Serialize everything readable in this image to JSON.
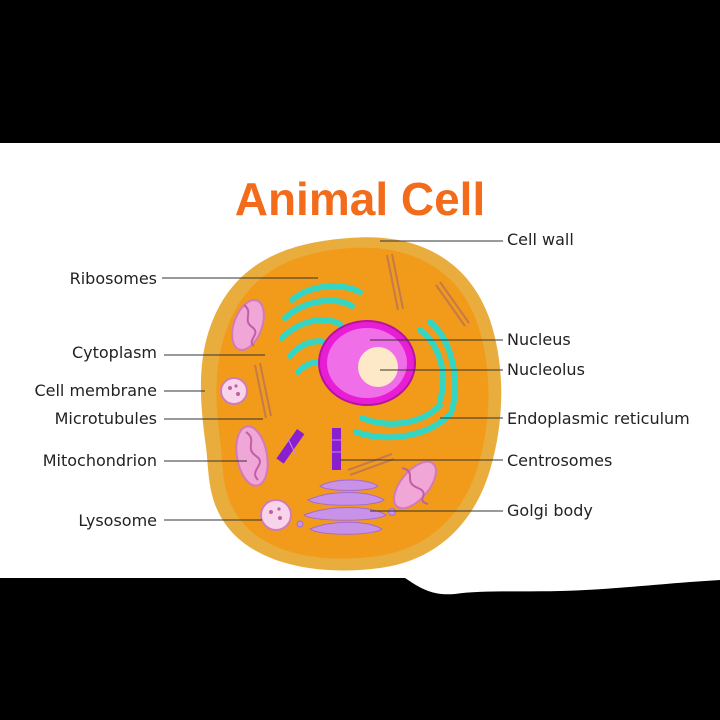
{
  "title": "Animal Cell",
  "colors": {
    "background": "#000000",
    "panel": "#ffffff",
    "title": "#f26c1c",
    "cell_outer": "#e8a93a",
    "cytoplasm": "#f29b1a",
    "nucleus": "#e81ed6",
    "nucleolus": "#fde8c8",
    "er": "#35d5c3",
    "mitochondrion": "#f0a6d6",
    "golgi": "#c892e8",
    "centrosome": "#8a1fd0"
  },
  "labels": {
    "left": {
      "ribosomes": "Ribosomes",
      "cytoplasm": "Cytoplasm",
      "cell_membrane": "Cell membrane",
      "microtubules": "Microtubules",
      "mitochondrion": "Mitochondrion",
      "lysosome": "Lysosome"
    },
    "right": {
      "cell_wall": "Cell wall",
      "nucleus": "Nucleus",
      "nucleolus": "Nucleolus",
      "endoplasmic_reticulum": "Endoplasmic reticulum",
      "centrosomes": "Centrosomes",
      "golgi_body": "Golgi body"
    }
  }
}
